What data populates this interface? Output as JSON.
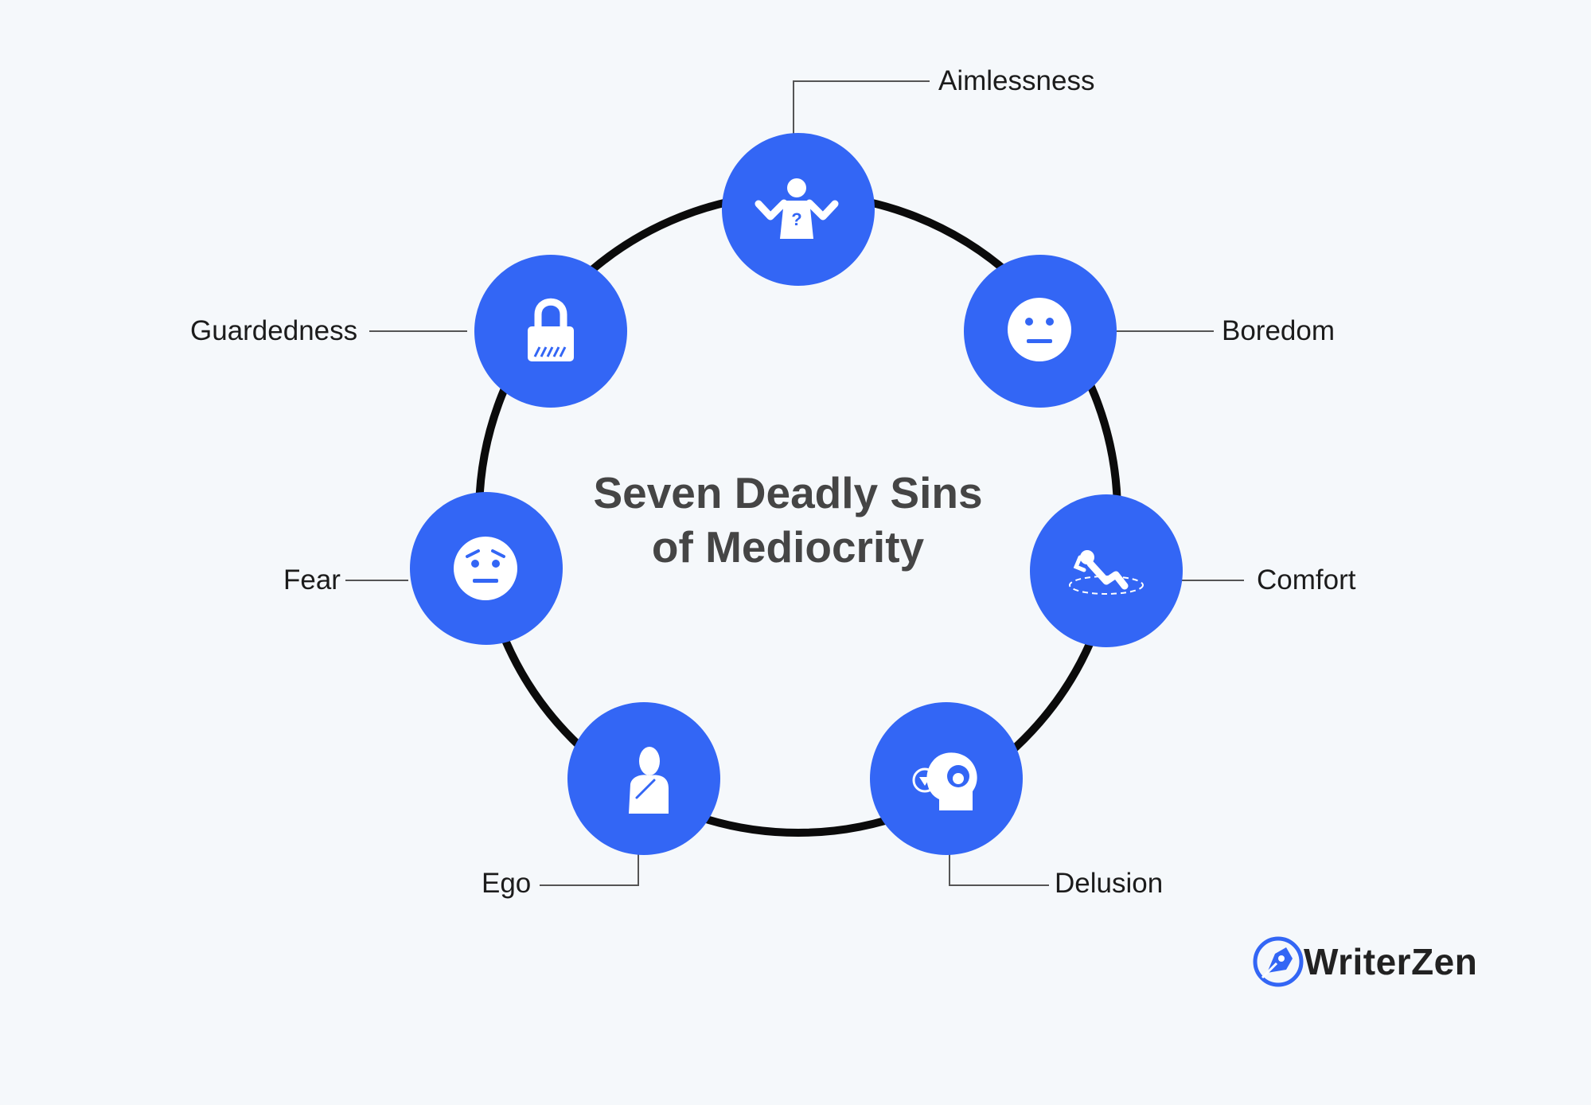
{
  "title": {
    "line1": "Seven Deadly Sins",
    "line2": "of Mediocrity"
  },
  "nodes": [
    {
      "label": "Aimlessness",
      "icon": "confused-person-icon"
    },
    {
      "label": "Boredom",
      "icon": "neutral-face-icon"
    },
    {
      "label": "Comfort",
      "icon": "reclining-person-icon"
    },
    {
      "label": "Delusion",
      "icon": "head-with-thoughts-icon"
    },
    {
      "label": "Ego",
      "icon": "proud-person-icon"
    },
    {
      "label": "Fear",
      "icon": "worried-face-icon"
    },
    {
      "label": "Guardedness",
      "icon": "padlock-icon"
    }
  ],
  "brand": {
    "name": "WriterZen",
    "icon": "pen-nib-logo-icon"
  },
  "colors": {
    "node": "#3366f5",
    "ring": "#0b0b0b",
    "background": "#f5f8fb",
    "title": "#454545"
  }
}
